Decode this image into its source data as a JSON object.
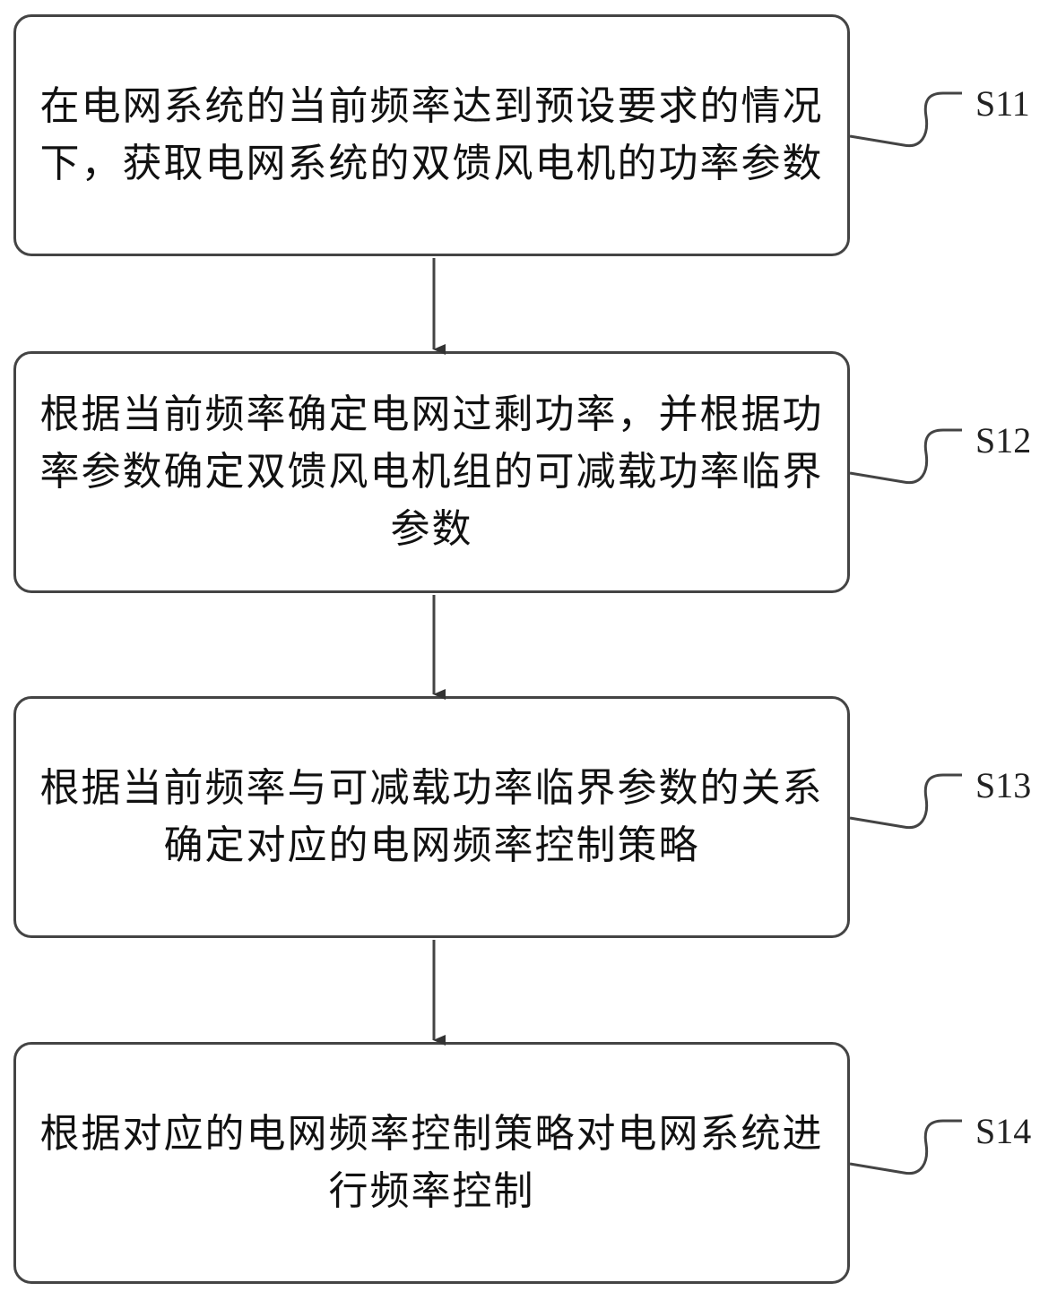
{
  "diagram": {
    "type": "flowchart",
    "steps": [
      {
        "id": "S11",
        "label": "S11",
        "text": "在电网系统的当前频率达到预设要求的情况下，获取电网系统的双馈风电机的功率参数"
      },
      {
        "id": "S12",
        "label": "S12",
        "text": "根据当前频率确定电网过剩功率，并根据功率参数确定双馈风电机组的可减载功率临界参数"
      },
      {
        "id": "S13",
        "label": "S13",
        "text": "根据当前频率与可减载功率临界参数的关系确定对应的电网频率控制策略"
      },
      {
        "id": "S14",
        "label": "S14",
        "text": "根据对应的电网频率控制策略对电网系统进行频率控制"
      }
    ],
    "edges": [
      {
        "from": "S11",
        "to": "S12"
      },
      {
        "from": "S12",
        "to": "S13"
      },
      {
        "from": "S13",
        "to": "S14"
      }
    ],
    "colors": {
      "stroke": "#444444",
      "text": "#111111",
      "background": "#ffffff"
    }
  }
}
